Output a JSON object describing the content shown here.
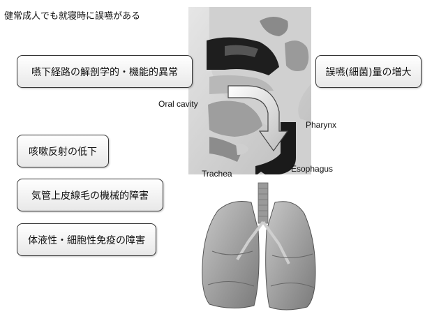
{
  "title": "健常成人でも就寝時に誤嚥がある",
  "boxes": {
    "anatomy": "嚥下経路の解剖学的・機能的異常",
    "aspiration": "誤嚥(細菌)量の増大",
    "cough": "咳嗽反射の低下",
    "cilia": "気管上皮線毛の機械的障害",
    "immunity": "体液性・細胞性免疫の障害"
  },
  "labels": {
    "oral": "Oral cavity",
    "pharynx": "Pharynx",
    "trachea": "Trachea",
    "esophagus": "Esophagus"
  }
}
